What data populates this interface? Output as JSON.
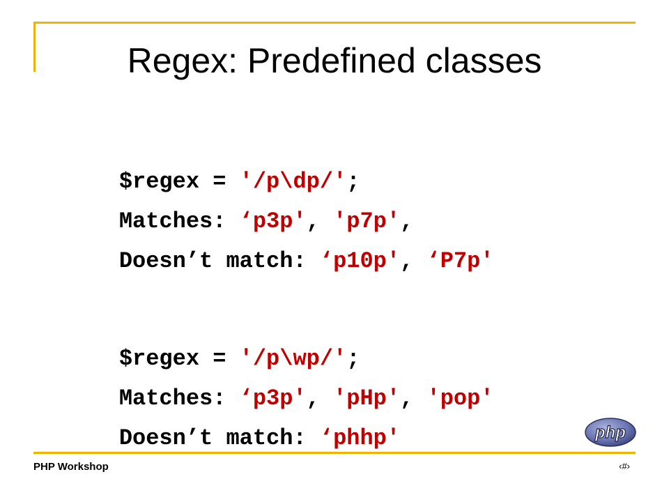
{
  "slide": {
    "title": "Regex: Predefined classes",
    "lines": [
      {
        "segments": [
          {
            "text": "$regex = ",
            "kind": "code"
          },
          {
            "text": "′/p\\dp/′",
            "kind": "string"
          },
          {
            "text": ";",
            "kind": "code"
          }
        ]
      },
      {
        "segments": [
          {
            "text": "Matches: ",
            "kind": "code"
          },
          {
            "text": "‘p3p′",
            "kind": "string"
          },
          {
            "text": ", ",
            "kind": "code"
          },
          {
            "text": "′p7p′",
            "kind": "string"
          },
          {
            "text": ",",
            "kind": "code"
          }
        ]
      },
      {
        "segments": [
          {
            "text": "Doesn’t match: ",
            "kind": "code"
          },
          {
            "text": "‘p10p′",
            "kind": "string"
          },
          {
            "text": ", ",
            "kind": "code"
          },
          {
            "text": "‘P7p′",
            "kind": "string"
          }
        ]
      },
      {
        "segments": [
          {
            "text": "$regex = ",
            "kind": "code"
          },
          {
            "text": "′/p\\wp/′",
            "kind": "string"
          },
          {
            "text": ";",
            "kind": "code"
          }
        ]
      },
      {
        "segments": [
          {
            "text": "Matches: ",
            "kind": "code"
          },
          {
            "text": "‘p3p′",
            "kind": "string"
          },
          {
            "text": ", ",
            "kind": "code"
          },
          {
            "text": "′pHp′",
            "kind": "string"
          },
          {
            "text": ", ",
            "kind": "code"
          },
          {
            "text": "′pop′",
            "kind": "string"
          }
        ]
      },
      {
        "segments": [
          {
            "text": "Doesn’t match: ",
            "kind": "code"
          },
          {
            "text": "‘phhp′",
            "kind": "string"
          }
        ]
      }
    ]
  },
  "footer": {
    "left": "PHP Workshop",
    "page_number": "‹#›"
  },
  "logo": {
    "text": "php",
    "icon": "php-logo-icon"
  },
  "colors": {
    "accent": "#f0b400",
    "string": "#c00000",
    "text": "#000000"
  }
}
